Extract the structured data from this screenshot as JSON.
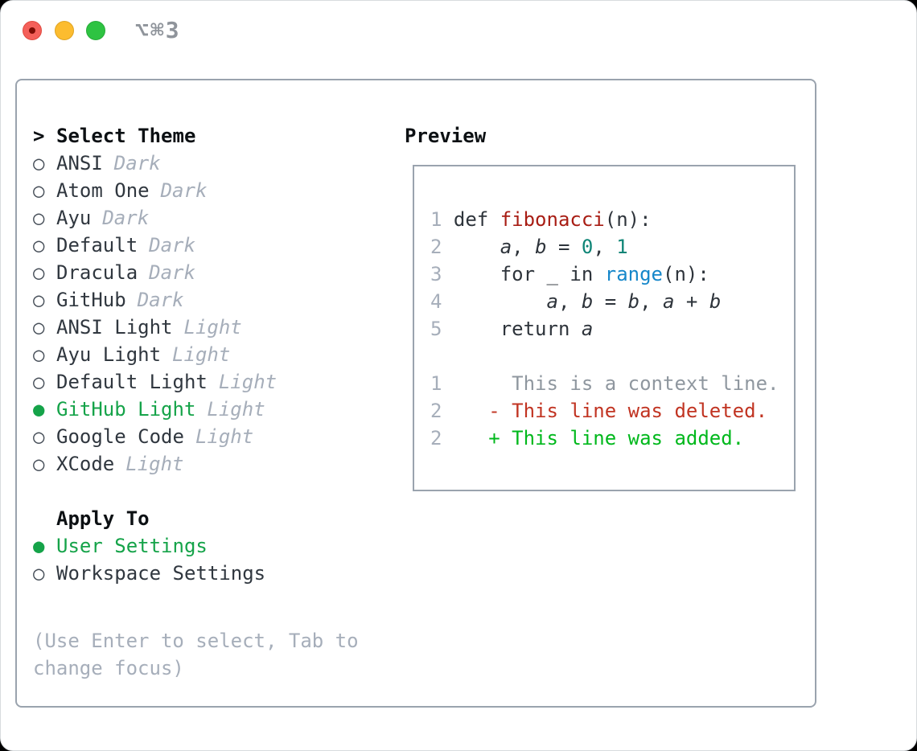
{
  "titlebar": {
    "title": "⌥⌘3",
    "traffic_lights": [
      "close",
      "minimize",
      "zoom"
    ]
  },
  "colors": {
    "panel_border": "#9aa3ae",
    "selected_green": "#15a349",
    "added_green": "#00b81c",
    "deleted_red": "#c13422",
    "function_red": "#a81d14",
    "number_teal": "#0f8577",
    "builtin_blue": "#1687ca",
    "muted_gray": "#a6aeba",
    "text_dark": "#30373f",
    "traffic_red": "#f4605a",
    "traffic_yellow": "#fcbc2f",
    "traffic_green": "#2ec342"
  },
  "theme_panel": {
    "cursor": ">",
    "header": "Select Theme",
    "radio_off": "○",
    "radio_on": "●",
    "items": [
      {
        "bullet": "○",
        "name": "ANSI",
        "tag": "Dark",
        "selected": false
      },
      {
        "bullet": "○",
        "name": "Atom One",
        "tag": "Dark",
        "selected": false
      },
      {
        "bullet": "○",
        "name": "Ayu",
        "tag": "Dark",
        "selected": false
      },
      {
        "bullet": "○",
        "name": "Default",
        "tag": "Dark",
        "selected": false
      },
      {
        "bullet": "○",
        "name": "Dracula",
        "tag": "Dark",
        "selected": false
      },
      {
        "bullet": "○",
        "name": "GitHub",
        "tag": "Dark",
        "selected": false
      },
      {
        "bullet": "○",
        "name": "ANSI Light",
        "tag": "Light",
        "selected": false
      },
      {
        "bullet": "○",
        "name": "Ayu Light",
        "tag": "Light",
        "selected": false
      },
      {
        "bullet": "○",
        "name": "Default Light",
        "tag": "Light",
        "selected": false
      },
      {
        "bullet": "●",
        "name": "GitHub Light",
        "tag": "Light",
        "selected": true
      },
      {
        "bullet": "○",
        "name": "Google Code",
        "tag": "Light",
        "selected": false
      },
      {
        "bullet": "○",
        "name": "XCode",
        "tag": "Light",
        "selected": false
      }
    ],
    "apply_header": "Apply To",
    "apply_items": [
      {
        "bullet": "●",
        "name": "User Settings",
        "selected": true
      },
      {
        "bullet": "○",
        "name": "Workspace Settings",
        "selected": false
      }
    ],
    "help_lines": [
      "(Use Enter to select, Tab to",
      "change focus)"
    ]
  },
  "preview": {
    "header": "Preview",
    "lines": [
      {
        "num": "1",
        "segments": [
          {
            "text": " def ",
            "style": "fg"
          },
          {
            "text": "fibonacci",
            "style": "func"
          },
          {
            "text": "(n):",
            "style": "fg"
          }
        ]
      },
      {
        "num": "2",
        "segments": [
          {
            "text": "     ",
            "style": "fg"
          },
          {
            "text": "a",
            "style": "var"
          },
          {
            "text": ", ",
            "style": "fg"
          },
          {
            "text": "b",
            "style": "var"
          },
          {
            "text": " = ",
            "style": "fg"
          },
          {
            "text": "0",
            "style": "num"
          },
          {
            "text": ", ",
            "style": "fg"
          },
          {
            "text": "1",
            "style": "num"
          }
        ]
      },
      {
        "num": "3",
        "segments": [
          {
            "text": "     for _ in ",
            "style": "fg"
          },
          {
            "text": "range",
            "style": "builtin"
          },
          {
            "text": "(n):",
            "style": "fg"
          }
        ]
      },
      {
        "num": "4",
        "segments": [
          {
            "text": "         ",
            "style": "fg"
          },
          {
            "text": "a",
            "style": "var"
          },
          {
            "text": ", ",
            "style": "fg"
          },
          {
            "text": "b",
            "style": "var"
          },
          {
            "text": " = ",
            "style": "fg"
          },
          {
            "text": "b",
            "style": "var"
          },
          {
            "text": ", ",
            "style": "fg"
          },
          {
            "text": "a",
            "style": "var"
          },
          {
            "text": " + ",
            "style": "fg"
          },
          {
            "text": "b",
            "style": "var"
          }
        ]
      },
      {
        "num": "5",
        "segments": [
          {
            "text": "     return ",
            "style": "fg"
          },
          {
            "text": "a",
            "style": "var"
          }
        ]
      },
      {
        "num": "",
        "segments": []
      },
      {
        "num": "1",
        "segments": [
          {
            "text": "      This is a context line.",
            "style": "context"
          }
        ]
      },
      {
        "num": "2",
        "segments": [
          {
            "text": "    - This line was deleted.",
            "style": "del"
          }
        ]
      },
      {
        "num": "2",
        "segments": [
          {
            "text": "    + This line was added.",
            "style": "add"
          }
        ]
      }
    ]
  }
}
